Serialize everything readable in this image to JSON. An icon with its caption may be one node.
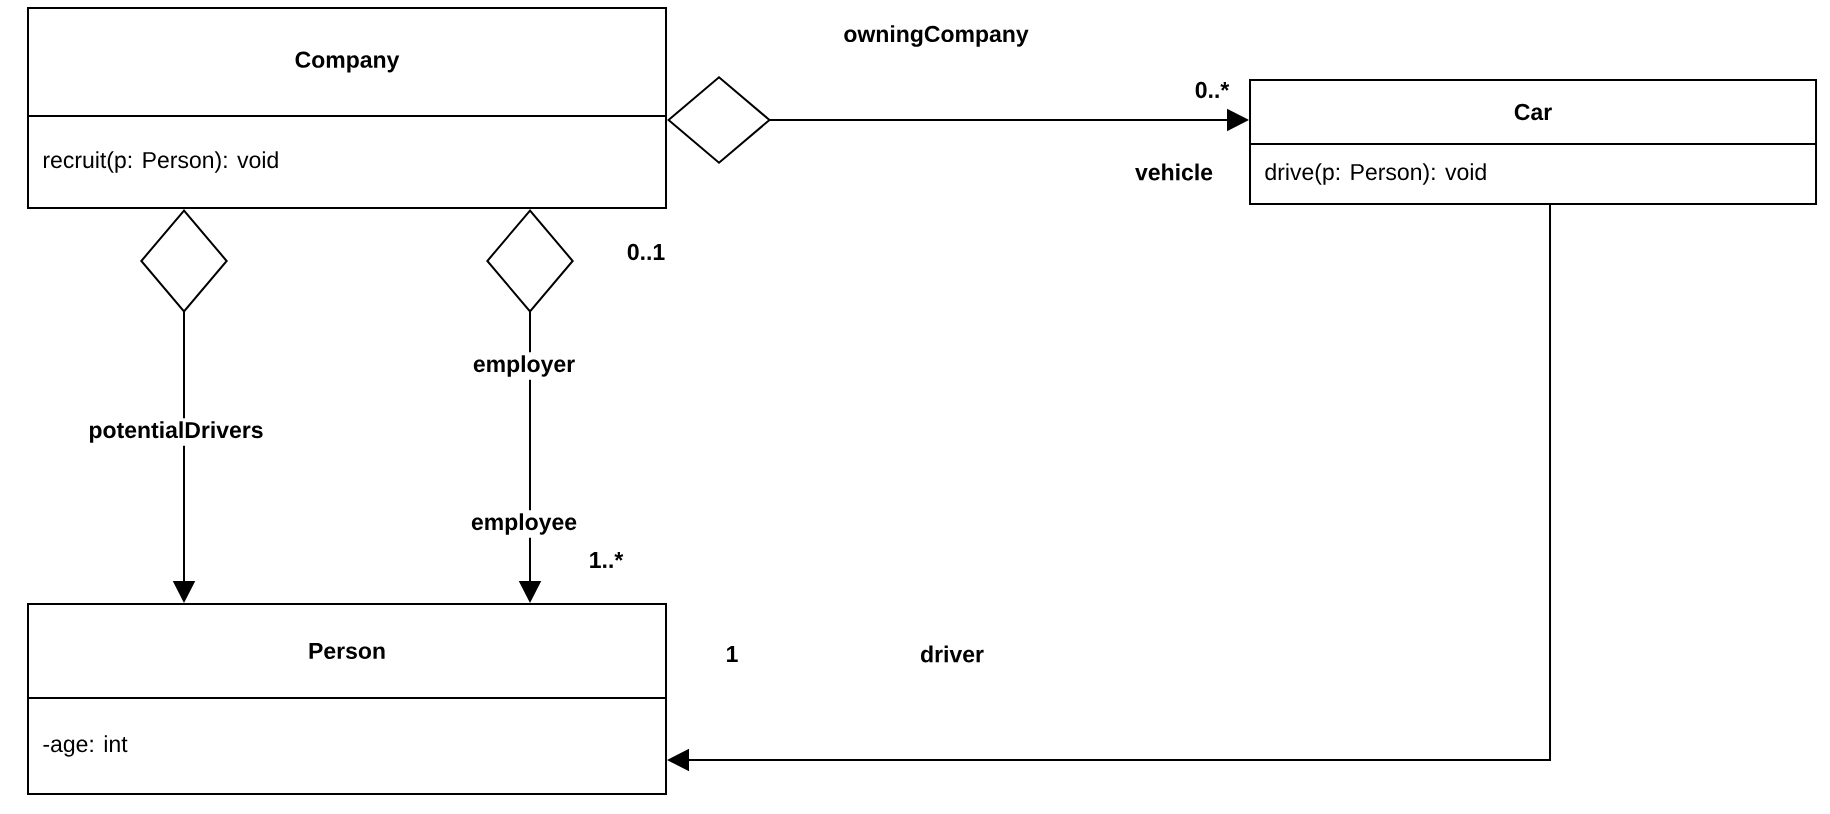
{
  "diagram": {
    "nodes": [
      {
        "text": [
          "Company",
          "recruit(p: Person): void"
        ]
      },
      {
        "text": [
          "Car",
          "drive(p: Person): void"
        ]
      },
      {
        "text": [
          "Person",
          "-age: int"
        ]
      }
    ],
    "edges": [
      {
        "from": 0,
        "to": 1,
        "arrow": "to"
      },
      {
        "from": 0,
        "to": 2,
        "arrow": "to"
      },
      {
        "from": 0,
        "to": 2,
        "arrow": "to"
      },
      {
        "from": 1,
        "to": 2,
        "arrow": "to"
      }
    ],
    "labels": [
      "owningCompany",
      "0..*",
      "vehicle",
      "0..1",
      "employer",
      "potentialDrivers",
      "employee",
      "1..*",
      "1",
      "driver"
    ]
  }
}
